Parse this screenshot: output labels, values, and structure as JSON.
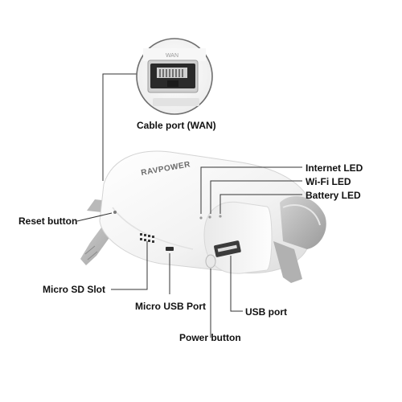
{
  "brand": {
    "logo_text": "RAVPOWER"
  },
  "inset": {
    "port_marking": "WAN",
    "caption": "Cable port (WAN)"
  },
  "labels": {
    "internet_led": "Internet LED",
    "wifi_led": "Wi-Fi LED",
    "battery_led": "Battery LED",
    "reset_button": "Reset button",
    "micro_sd_slot": "Micro SD Slot",
    "micro_usb_port": "Micro USB Port",
    "usb_port": "USB port",
    "power_button": "Power button"
  },
  "colors": {
    "device_body": "#f4f4f4",
    "stand_gray": "#bdbdbd",
    "callout_line": "#333333",
    "label_text": "#111111"
  }
}
